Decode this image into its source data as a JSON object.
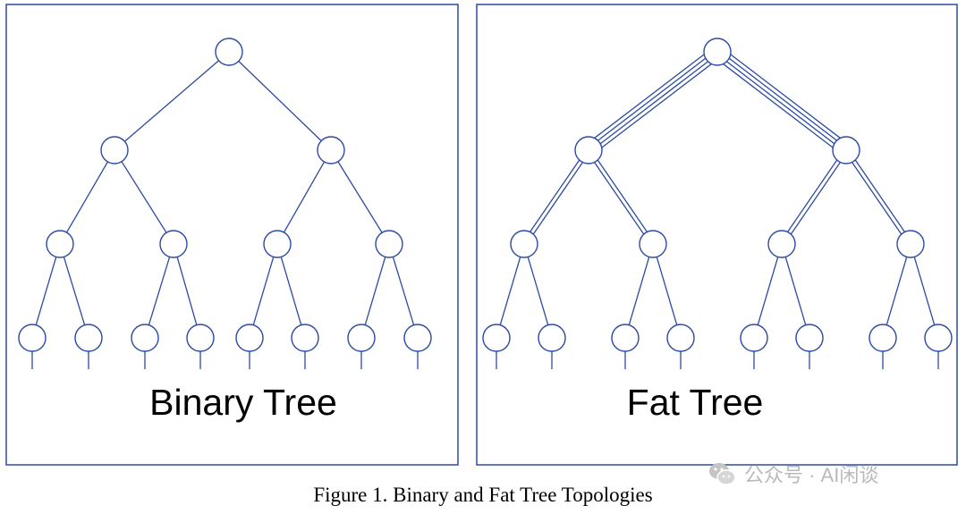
{
  "caption": "Figure 1. Binary and Fat Tree Topologies",
  "watermark": "公众号 · AI闲谈",
  "colors": {
    "line": "#2b4aa3",
    "text": "#000000",
    "watermark": "#b9b9b9"
  },
  "panels": [
    {
      "title": "Binary Tree",
      "type": "binary",
      "levels": 4,
      "links_per_level": [
        1,
        1,
        1
      ]
    },
    {
      "title": "Fat Tree",
      "type": "fat",
      "levels": 4,
      "links_per_level": [
        4,
        2,
        1
      ]
    }
  ]
}
